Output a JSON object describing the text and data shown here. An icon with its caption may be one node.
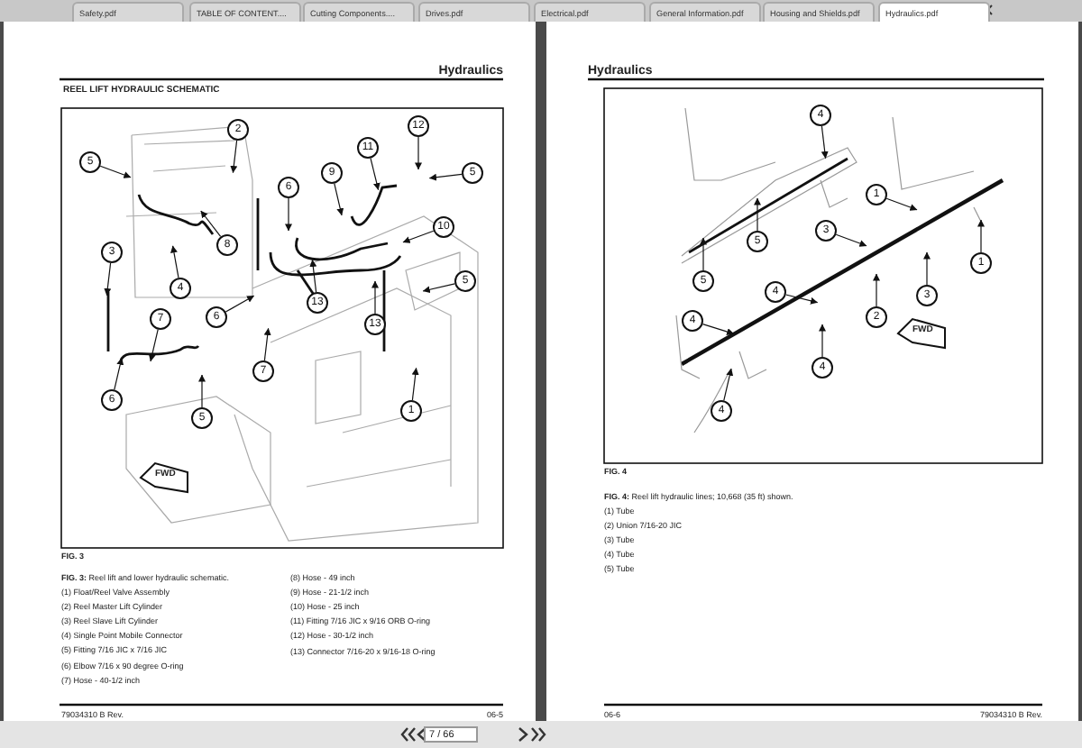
{
  "diagram": {
    "nodes": [
      {
        "text": [
          "5"
        ]
      },
      {
        "text": [
          "2"
        ]
      },
      {
        "text": [
          "12"
        ]
      },
      {
        "text": [
          "5"
        ]
      },
      {
        "text": [
          "11"
        ]
      },
      {
        "text": [
          "6"
        ]
      },
      {
        "text": [
          "9"
        ]
      },
      {
        "text": [
          "10"
        ]
      },
      {
        "text": [
          "5"
        ]
      },
      {
        "text": [
          "3"
        ]
      },
      {
        "text": [
          "4"
        ]
      },
      {
        "text": [
          "8"
        ]
      },
      {
        "text": [
          "6"
        ]
      },
      {
        "text": [
          "13"
        ]
      },
      {
        "text": [
          "13"
        ]
      },
      {
        "text": [
          "7"
        ]
      },
      {
        "text": [
          "7"
        ]
      },
      {
        "text": [
          "5"
        ]
      },
      {
        "text": [
          "6"
        ]
      },
      {
        "text": [
          "1"
        ]
      },
      {
        "text": [
          "4"
        ]
      },
      {
        "text": [
          "1"
        ]
      },
      {
        "text": [
          "1"
        ]
      },
      {
        "text": [
          "3"
        ]
      },
      {
        "text": [
          "3"
        ]
      },
      {
        "text": [
          "5"
        ]
      },
      {
        "text": [
          "5"
        ]
      },
      {
        "text": [
          "4"
        ]
      },
      {
        "text": [
          "2"
        ]
      },
      {
        "text": [
          "4"
        ]
      },
      {
        "text": [
          "4"
        ]
      },
      {
        "text": [
          "4"
        ]
      }
    ],
    "edges": [
      {
        "from": 0,
        "to": null,
        "arrow": "to"
      },
      {
        "from": 1,
        "to": null,
        "arrow": "to"
      },
      {
        "from": 2,
        "to": null,
        "arrow": "to"
      },
      {
        "from": 3,
        "to": null,
        "arrow": "to"
      },
      {
        "from": 4,
        "to": null,
        "arrow": "to"
      },
      {
        "from": 5,
        "to": null,
        "arrow": "to"
      },
      {
        "from": 6,
        "to": null,
        "arrow": "to"
      },
      {
        "from": 7,
        "to": null,
        "arrow": "to"
      },
      {
        "from": 8,
        "to": null,
        "arrow": "to"
      },
      {
        "from": 9,
        "to": null,
        "arrow": "to"
      },
      {
        "from": 10,
        "to": null,
        "arrow": "to"
      },
      {
        "from": 11,
        "to": null,
        "arrow": "to"
      },
      {
        "from": 12,
        "to": null,
        "arrow": "to"
      },
      {
        "from": 13,
        "to": null,
        "arrow": "to"
      },
      {
        "from": 14,
        "to": null,
        "arrow": "to"
      },
      {
        "from": 15,
        "to": null,
        "arrow": "to"
      },
      {
        "from": 16,
        "to": null,
        "arrow": "to"
      },
      {
        "from": 17,
        "to": null,
        "arrow": "to"
      },
      {
        "from": 18,
        "to": null,
        "arrow": "to"
      },
      {
        "from": 19,
        "to": null,
        "arrow": "to"
      },
      {
        "from": 20,
        "to": null,
        "arrow": "to"
      },
      {
        "from": 21,
        "to": null,
        "arrow": "to"
      },
      {
        "from": 22,
        "to": null,
        "arrow": "to"
      },
      {
        "from": 23,
        "to": null,
        "arrow": "to"
      },
      {
        "from": 24,
        "to": null,
        "arrow": "to"
      },
      {
        "from": 25,
        "to": null,
        "arrow": "to"
      },
      {
        "from": 26,
        "to": null,
        "arrow": "to"
      },
      {
        "from": 27,
        "to": null,
        "arrow": "to"
      },
      {
        "from": 28,
        "to": null,
        "arrow": "to"
      },
      {
        "from": 29,
        "to": null,
        "arrow": "to"
      },
      {
        "from": 30,
        "to": null,
        "arrow": "to"
      },
      {
        "from": 31,
        "to": null,
        "arrow": "to"
      }
    ],
    "labels": [
      "Safety.pdf",
      "TABLE OF CONTENT....",
      "Cutting Components....",
      "Drives.pdf",
      "Electrical.pdf",
      "General Information.pdf",
      "Housing and Shields.pdf",
      "Hydraulics.pdf",
      "Hydraulics",
      "REEL LIFT HYDRAULIC SCHEMATIC",
      "FWD",
      "FIG. 3",
      "**FIG. 3:** Reel lift and lower hydraulic schematic.",
      "(1) Float/Reel Valve Assembly",
      "(2) Reel Master Lift Cylinder",
      "(3) Reel Slave Lift Cylinder",
      "(4) Single Point Mobile Connector",
      "(5) Fitting 7/16 JIC x 7/16 JIC",
      "(6) Elbow 7/16 x 90 degree O-ring",
      "(7) Hose - 40-1/2 inch",
      "(8) Hose - 49 inch",
      "(9) Hose - 21-1/2 inch",
      "(10) Hose - 25 inch",
      "(11) Fitting 7/16 JIC x 9/16 ORB O-ring",
      "(12) Hose - 30-1/2 inch",
      "(13) Connector 7/16-20 x 9/16-18 O-ring",
      "79034310 B Rev.",
      "06-5",
      "Hydraulics",
      "FWD",
      "FIG. 4",
      "**FIG. 4:** Reel lift hydraulic lines; 10,668 (35 ft) shown.",
      "(1) Tube",
      "(2) Union 7/16-20 JIC",
      "(3) Tube",
      "(4) Tube",
      "(5) Tube",
      "06-6",
      "79034310 B Rev.",
      "7 / 66"
    ]
  }
}
